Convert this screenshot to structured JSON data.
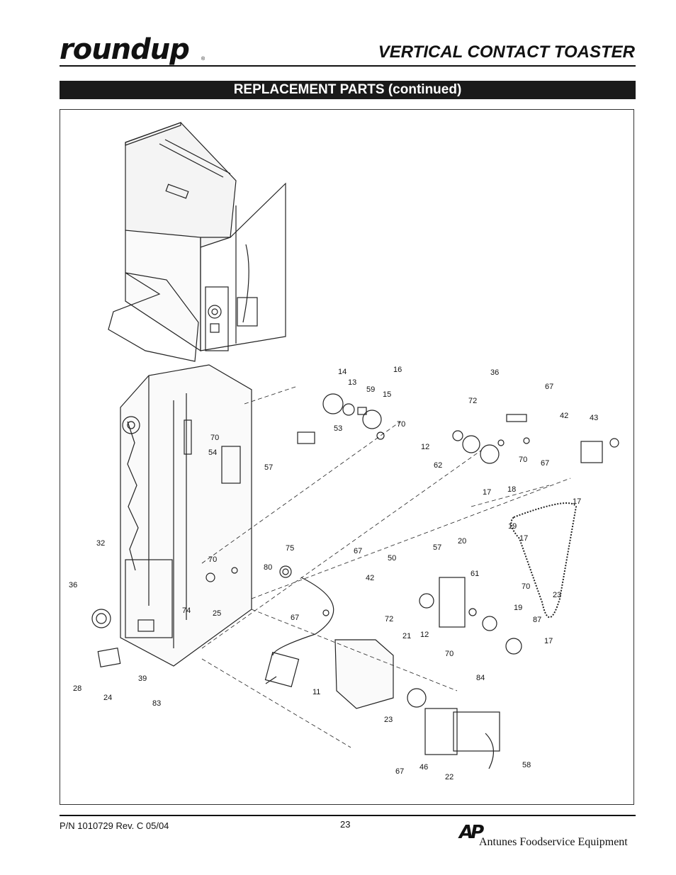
{
  "header": {
    "brand": "roundup",
    "title": "VERTICAL CONTACT TOASTER",
    "section": "REPLACEMENT PARTS (continued)"
  },
  "diagram": {
    "callouts": [
      {
        "label": "16"
      },
      {
        "label": "14"
      },
      {
        "label": "13"
      },
      {
        "label": "59"
      },
      {
        "label": "15"
      },
      {
        "label": "36"
      },
      {
        "label": "67"
      },
      {
        "label": "72"
      },
      {
        "label": "42"
      },
      {
        "label": "43"
      },
      {
        "label": "70"
      },
      {
        "label": "53"
      },
      {
        "label": "70"
      },
      {
        "label": "54"
      },
      {
        "label": "57"
      },
      {
        "label": "12"
      },
      {
        "label": "62"
      },
      {
        "label": "70"
      },
      {
        "label": "67"
      },
      {
        "label": "17"
      },
      {
        "label": "18"
      },
      {
        "label": "17"
      },
      {
        "label": "19"
      },
      {
        "label": "17"
      },
      {
        "label": "32"
      },
      {
        "label": "75"
      },
      {
        "label": "67"
      },
      {
        "label": "50"
      },
      {
        "label": "57"
      },
      {
        "label": "20"
      },
      {
        "label": "70"
      },
      {
        "label": "80"
      },
      {
        "label": "42"
      },
      {
        "label": "61"
      },
      {
        "label": "70"
      },
      {
        "label": "36"
      },
      {
        "label": "23"
      },
      {
        "label": "74"
      },
      {
        "label": "25"
      },
      {
        "label": "67"
      },
      {
        "label": "72"
      },
      {
        "label": "12"
      },
      {
        "label": "19"
      },
      {
        "label": "87"
      },
      {
        "label": "21"
      },
      {
        "label": "17"
      },
      {
        "label": "70"
      },
      {
        "label": "28"
      },
      {
        "label": "24"
      },
      {
        "label": "39"
      },
      {
        "label": "11"
      },
      {
        "label": "84"
      },
      {
        "label": "83"
      },
      {
        "label": "23"
      },
      {
        "label": "58"
      },
      {
        "label": "67"
      },
      {
        "label": "46"
      },
      {
        "label": "22"
      }
    ]
  },
  "footer": {
    "part_number": "P/N 1010729 Rev. C 05/04",
    "page": "23",
    "manufacturer_logo": "AP",
    "manufacturer": "Antunes Foodservice Equipment"
  }
}
